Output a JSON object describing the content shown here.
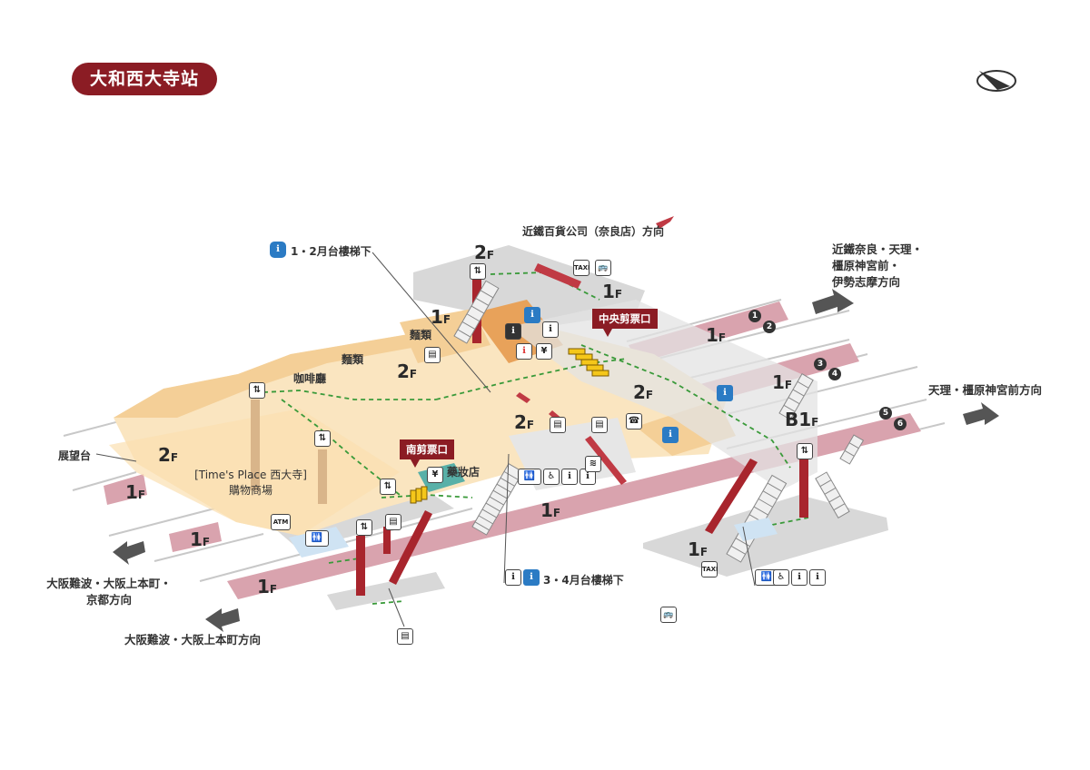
{
  "header": {
    "station_name": "大和西大寺站"
  },
  "labels": {
    "kintetsu_dept": "近鐵百貨公司（奈良店）方向",
    "stairs_12": "1・2月台樓梯下",
    "stairs_34": "3・4月台樓梯下",
    "noodles_1": "麵類",
    "noodles_2": "麵類",
    "cafe": "咖啡廳",
    "observation": "展望台",
    "mall_line1": "[Time's Place 西大寺]",
    "mall_line2": "購物商場",
    "drugstore": "藥妝店"
  },
  "gates": {
    "central": "中央剪票口",
    "south": "南剪票口"
  },
  "directions": {
    "northeast": [
      "近鐵奈良・天理・",
      "橿原神宮前・",
      "伊勢志摩方向"
    ],
    "east": "天理・橿原神宮前方向",
    "west": [
      "大阪難波・大阪上本町・",
      "京都方向"
    ],
    "southwest": "大阪難波・大阪上本町方向"
  },
  "floors": {
    "f2_top": "2",
    "f1_top_right": "1",
    "f1_top_left": "1",
    "f2_center": "2",
    "f2_right": "2",
    "f2_center_low": "2",
    "f2_left": "2",
    "f1_platform_a": "1",
    "f1_platform_b": "1",
    "b1_platform": "B1",
    "f1_left": "1",
    "f1_left_low": "1",
    "f1_bottom": "1",
    "f1_center": "1",
    "f1_right_low": "1"
  },
  "floor_suffix": "F",
  "platforms": [
    "1",
    "2",
    "3",
    "4",
    "5",
    "6"
  ],
  "icons": {
    "taxi": "TAXI",
    "bus": "🚌",
    "elevator": "⇅",
    "atm": "ATM",
    "yen": "¥",
    "toilet": "🚻",
    "wheelchair": "♿",
    "phone": "☎",
    "locker": "▤",
    "info": "ℹ",
    "smoking": "≋"
  },
  "colors": {
    "brand": "#8b1c24",
    "platform": "#d9a3ae",
    "concourse": "#f4cf97",
    "floor_light": "#fae5c0",
    "path": "#3a9a3a"
  }
}
